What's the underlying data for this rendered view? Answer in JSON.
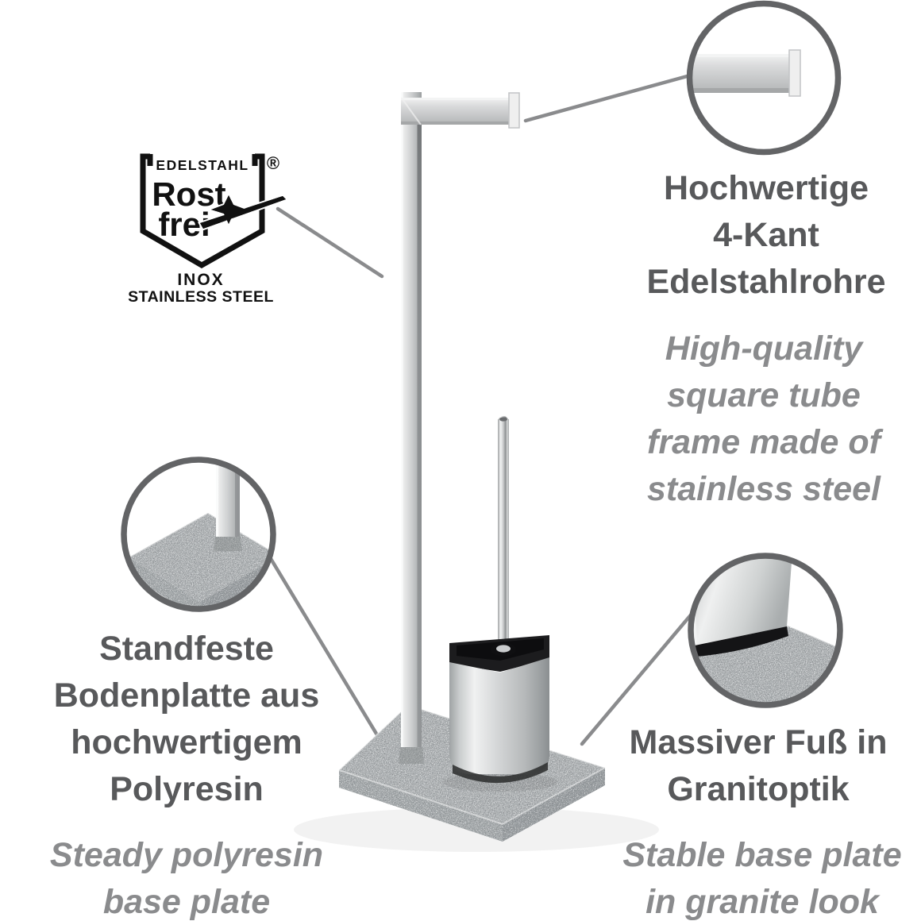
{
  "logo": {
    "brand_top": "EDELSTAHL",
    "registered": "®",
    "brand_main_1": "Rost",
    "brand_main_2": "frei",
    "sub_1": "INOX",
    "sub_2": "STAINLESS STEEL"
  },
  "annotations": {
    "tube": {
      "de": [
        "Hochwertige",
        "4-Kant",
        "Edelstahlrohre"
      ],
      "en": [
        "High-quality",
        "square tube",
        "frame made of",
        "stainless steel"
      ]
    },
    "base_plate": {
      "de": [
        "Standfeste",
        "Bodenplatte aus",
        "hochwertigem",
        "Polyresin"
      ],
      "en": [
        "Steady polyresin",
        "base plate"
      ]
    },
    "granite": {
      "de": [
        "Massiver Fuß in",
        "Granitoptik"
      ],
      "en": [
        "Stable base plate",
        "in granite look"
      ]
    }
  },
  "colors": {
    "heading_text": "#58595b",
    "subtext_italic": "#8a8b8d",
    "circle_stroke": "#636466",
    "callout_line": "#8a8b8d",
    "logo_black": "#111111",
    "steel_light": "#eff0f0",
    "steel_dark": "#9b9ea0",
    "granite_gray": "#b2b6b8",
    "brush_cup_rim": "#1c1c1e"
  }
}
